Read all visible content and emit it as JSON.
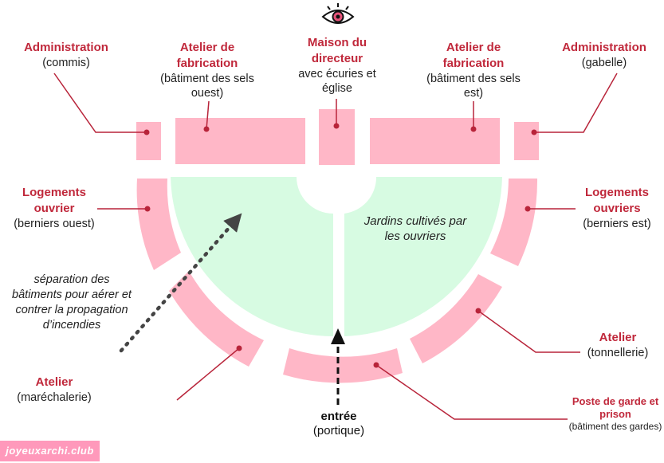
{
  "colors": {
    "building": "#ffb7c7",
    "garden": "#d7fbe2",
    "leader": "#b8243a",
    "title": "#c0283b",
    "arrow": "#444444",
    "watermark_bg": "#ff99bb"
  },
  "icons": {
    "viewpoint": "eye-icon"
  },
  "labels": {
    "admin_west": {
      "title": "Administration",
      "sub": "(commis)"
    },
    "atelier_west": {
      "title": "Atelier de fabrication",
      "sub": "(bâtiment des sels ouest)"
    },
    "director": {
      "title": "Maison du directeur",
      "sub": "avec écuries et église"
    },
    "atelier_east": {
      "title": "Atelier de fabrication",
      "sub": "(bâtiment des sels est)"
    },
    "admin_east": {
      "title": "Administration",
      "sub": "(gabelle)"
    },
    "housing_west": {
      "title": "Logements ouvrier",
      "sub": "(berniers ouest)"
    },
    "housing_east": {
      "title": "Logements ouvriers",
      "sub": "(berniers est)"
    },
    "forge": {
      "title": "Atelier",
      "sub": "(maréchalerie)"
    },
    "cooperage": {
      "title": "Atelier",
      "sub": "(tonnellerie)"
    },
    "guard": {
      "title": "Poste de garde et prison",
      "sub": "(bâtiment des gardes)"
    }
  },
  "garden_note": "Jardins cultivés par les ouvriers",
  "separation_note": "séparation des bâtiments pour aérer et contrer la propagation d’incendies",
  "entrance": {
    "title": "entrée",
    "sub": "(portique)"
  },
  "watermark": "joyeuxarchi.club"
}
